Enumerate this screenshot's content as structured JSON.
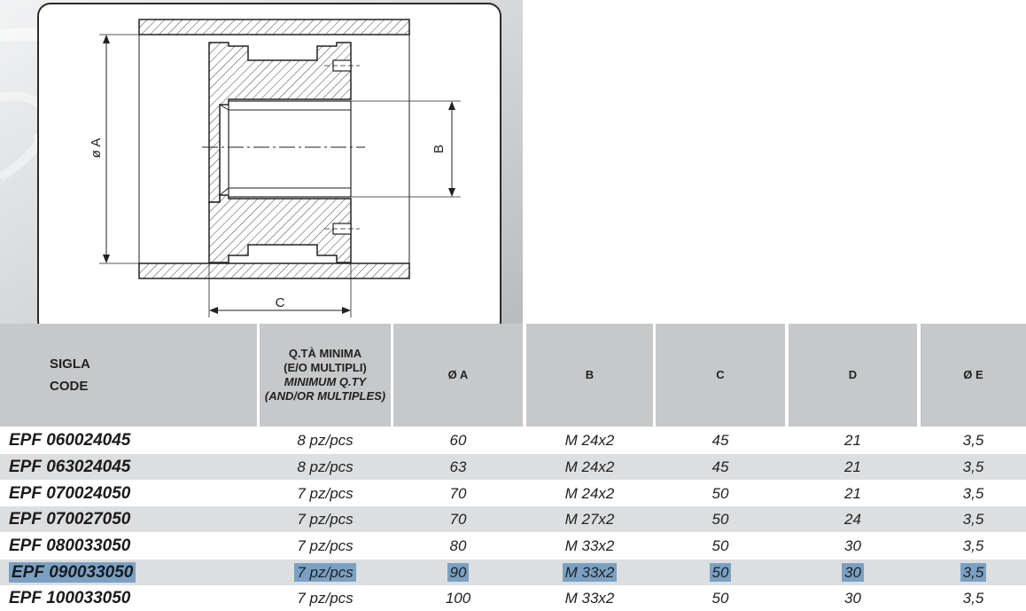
{
  "drawing": {
    "dimension_labels": {
      "dia_a": "ø A",
      "b": "B",
      "c": "C"
    }
  },
  "table": {
    "headers": {
      "sigla": "SIGLA",
      "code": "CODE",
      "qty_it_1": "Q.TÀ MINIMA",
      "qty_it_2": "(E/O MULTIPLI)",
      "qty_en_1": "MINIMUM Q.TY",
      "qty_en_2": "(AND/OR MULTIPLES)",
      "a": "Ø A",
      "b": "B",
      "c": "C",
      "d": "D",
      "e": "Ø E"
    },
    "rows": [
      {
        "code": "EPF 060024045",
        "qty": "8 pz/pcs",
        "a": "60",
        "b": "M 24x2",
        "c": "45",
        "d": "21",
        "e": "3,5"
      },
      {
        "code": "EPF 063024045",
        "qty": "8 pz/pcs",
        "a": "63",
        "b": "M 24x2",
        "c": "45",
        "d": "21",
        "e": "3,5"
      },
      {
        "code": "EPF 070024050",
        "qty": "7 pz/pcs",
        "a": "70",
        "b": "M 24x2",
        "c": "50",
        "d": "21",
        "e": "3,5"
      },
      {
        "code": "EPF 070027050",
        "qty": "7 pz/pcs",
        "a": "70",
        "b": "M 27x2",
        "c": "50",
        "d": "24",
        "e": "3,5"
      },
      {
        "code": "EPF 080033050",
        "qty": "7 pz/pcs",
        "a": "80",
        "b": "M 33x2",
        "c": "50",
        "d": "30",
        "e": "3,5"
      },
      {
        "code": "EPF 090033050",
        "qty": "7 pz/pcs",
        "a": "90",
        "b": "M 33x2",
        "c": "50",
        "d": "30",
        "e": "3,5",
        "selected": true
      },
      {
        "code": "EPF 100033050",
        "qty": "7 pz/pcs",
        "a": "100",
        "b": "M 33x2",
        "c": "50",
        "d": "30",
        "e": "3,5"
      }
    ],
    "colors": {
      "header": "#c6c8ca",
      "shade": "#dcdee0",
      "selection": "#7aa1c4"
    }
  }
}
